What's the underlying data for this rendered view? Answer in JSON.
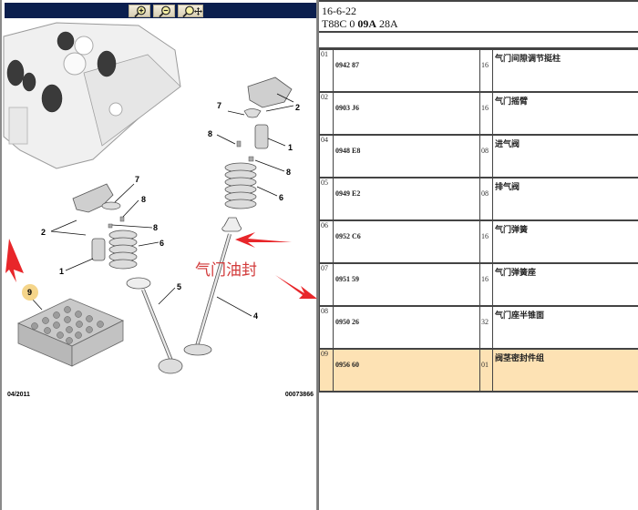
{
  "toolbar": {
    "buttons": [
      {
        "name": "zoom-in",
        "icon": "magnifier-plus-icon"
      },
      {
        "name": "zoom-out",
        "icon": "magnifier-minus-icon"
      },
      {
        "name": "zoom-pan",
        "icon": "magnifier-move-icon"
      }
    ]
  },
  "diagram": {
    "callouts": {
      "c1a": "1",
      "c2a": "2",
      "c7a": "7",
      "c8a": "8",
      "c8b": "8",
      "c6a": "6",
      "c7b": "7",
      "c8c": "8",
      "c8d": "8",
      "c2b": "2",
      "c6b": "6",
      "c1b": "1",
      "c9": "9",
      "c5": "5",
      "c4": "4"
    },
    "annotation": "气门油封",
    "date": "04/2011",
    "drawing_number": "00073866",
    "colors": {
      "arrow": "#e8262a",
      "highlight": "#f5d58a",
      "annotation": "#d23a3a"
    }
  },
  "header": {
    "date": "16-6-22",
    "ref_prefix": "T88C 0 ",
    "ref_bold": "09A",
    "ref_suffix": " 28A"
  },
  "parts": {
    "selected_color": "#fde2b4",
    "rows": [
      {
        "pos": "01",
        "ref": "0942 87",
        "qty": "16",
        "name": "气门间隙调节挺柱",
        "selected": false
      },
      {
        "pos": "02",
        "ref": "0903 J6",
        "qty": "16",
        "name": "气门摇臂",
        "selected": false
      },
      {
        "pos": "04",
        "ref": "0948 E8",
        "qty": "08",
        "name": "进气阀",
        "selected": false
      },
      {
        "pos": "05",
        "ref": "0949 E2",
        "qty": "08",
        "name": "排气阀",
        "selected": false
      },
      {
        "pos": "06",
        "ref": "0952 C6",
        "qty": "16",
        "name": "气门弹簧",
        "selected": false
      },
      {
        "pos": "07",
        "ref": "0951 59",
        "qty": "16",
        "name": "气门弹簧座",
        "selected": false
      },
      {
        "pos": "08",
        "ref": "0950 26",
        "qty": "32",
        "name": "气门座半锥面",
        "selected": false
      },
      {
        "pos": "09",
        "ref": "0956 60",
        "qty": "01",
        "name": "阀茎密封件组",
        "selected": true
      }
    ]
  }
}
